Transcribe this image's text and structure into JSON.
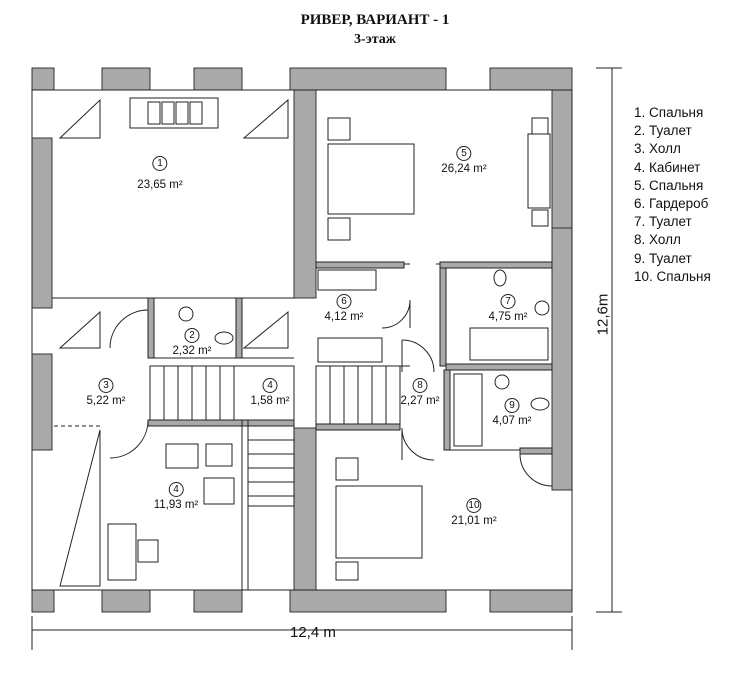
{
  "title": "РИВЕР, ВАРИАНТ - 1",
  "subtitle": "3-этаж",
  "legend": [
    "1. Спальня",
    "2. Туалет",
    "3. Холл",
    "4. Кабинет",
    "5. Спальня",
    "6. Гардероб",
    "7. Туалет",
    "8. Холл",
    "9. Туалет",
    "10. Спальня"
  ],
  "rooms": [
    {
      "num": "1",
      "area": "23,65 m²"
    },
    {
      "num": "2",
      "area": "2,32 m²"
    },
    {
      "num": "3",
      "area": "5,22 m²"
    },
    {
      "num": "4",
      "area": "1,58 m²"
    },
    {
      "num": "4",
      "area": "11,93 m²"
    },
    {
      "num": "5",
      "area": "26,24 m²"
    },
    {
      "num": "6",
      "area": "4,12 m²"
    },
    {
      "num": "7",
      "area": "4,75 m²"
    },
    {
      "num": "8",
      "area": "2,27 m²"
    },
    {
      "num": "9",
      "area": "4,07 m²"
    },
    {
      "num": "10",
      "area": "21,01 m²"
    }
  ],
  "dimensions": {
    "width": "12,4 m",
    "height": "12,6m"
  },
  "colors": {
    "wall": "#a9a9a9",
    "line": "#222222"
  }
}
